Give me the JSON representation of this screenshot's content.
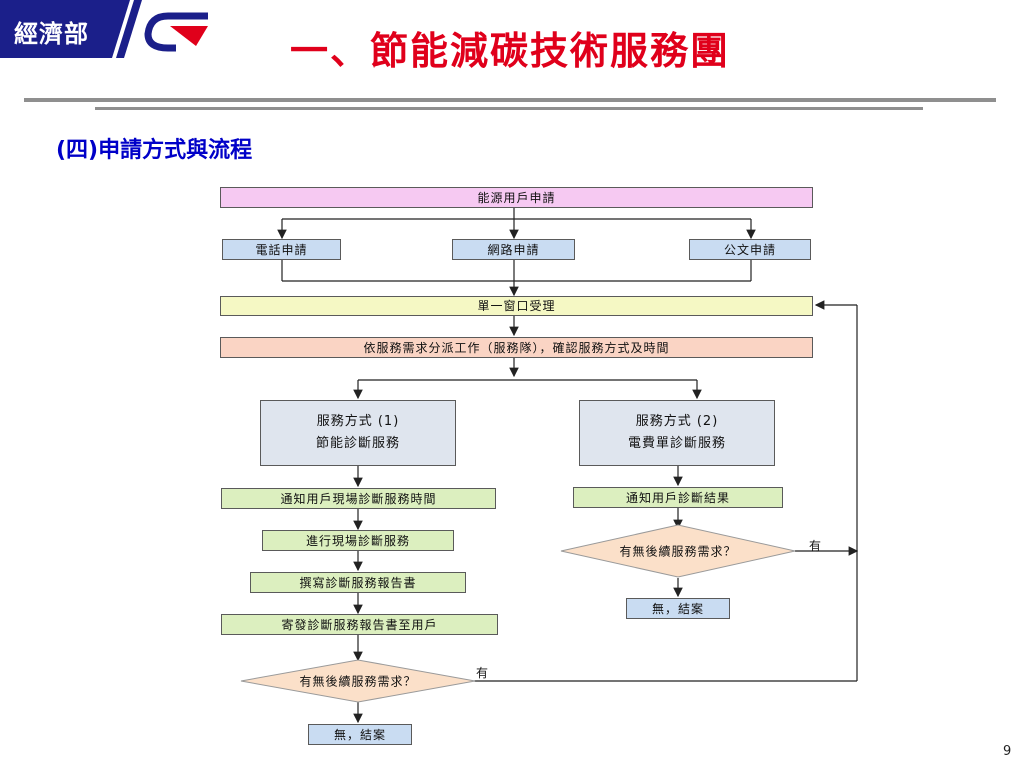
{
  "header": {
    "ministry": "經濟部",
    "title": "一、節能減碳技術服務團",
    "subtitle": "(四)申請方式與流程"
  },
  "flow": {
    "start": "能源用戶申請",
    "channels": [
      "電話申請",
      "網路申請",
      "公文申請"
    ],
    "window": "單一窗口受理",
    "dispatch": "依服務需求分派工作（服務隊），確認服務方式及時間",
    "mode1": {
      "title": "服務方式 (1)",
      "name": "節能診斷服務"
    },
    "mode2": {
      "title": "服務方式 (2)",
      "name": "電費單診斷服務"
    },
    "mode1_steps": [
      "通知用戶現場診斷服務時間",
      "進行現場診斷服務",
      "撰寫診斷服務報告書",
      "寄發診斷服務報告書至用戶"
    ],
    "mode2_steps": [
      "通知用戶診斷結果"
    ],
    "decision": "有無後續服務需求？",
    "yes": "有",
    "end": "無，結案"
  },
  "page_number": "9"
}
